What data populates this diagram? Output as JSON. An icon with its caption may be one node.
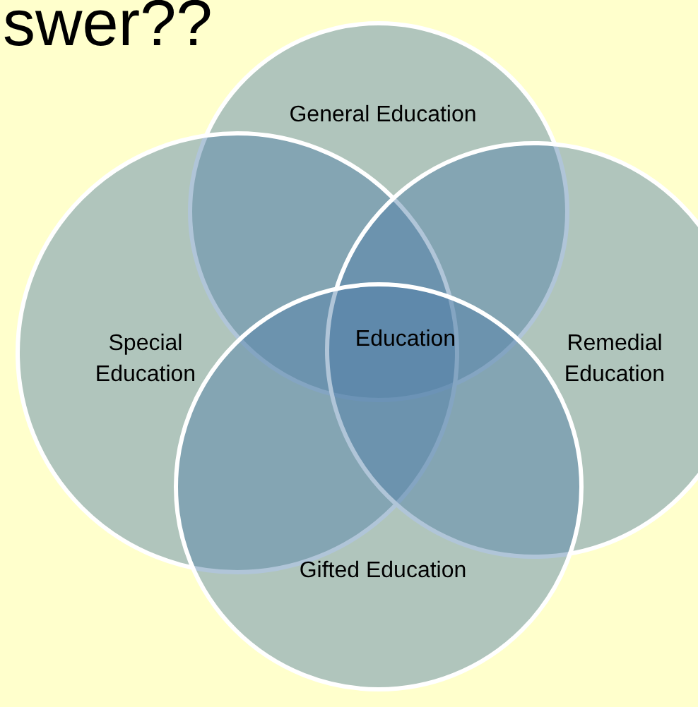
{
  "diagram": {
    "title": "swer??",
    "nodes": [
      {
        "text": [
          "General Education"
        ]
      },
      {
        "text": [
          "Special Education"
        ]
      },
      {
        "text": [
          "Remedial Education"
        ]
      },
      {
        "text": [
          "Gifted Education"
        ]
      }
    ],
    "labels": [
      "Education"
    ]
  }
}
